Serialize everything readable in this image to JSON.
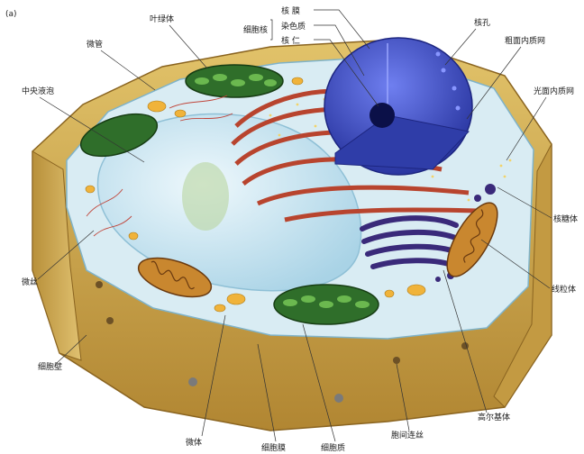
{
  "panel_letter": "(a)",
  "labels": {
    "nuclear_group": "细胞核",
    "nuclear_membrane": "核  膜",
    "chromatin": "染色质",
    "nucleolus": "核  仁",
    "nuclear_pore": "核孔",
    "chloroplast": "叶绿体",
    "microtubule": "微管",
    "central_vacuole": "中央液泡",
    "rough_er": "粗面内质网",
    "smooth_er": "光面内质网",
    "ribosome": "核糖体",
    "mitochondrion": "线粒体",
    "microfilament": "微丝",
    "cell_wall": "细胞壁",
    "golgi": "高尔基体",
    "plasmodesma": "胞间连丝",
    "microbody": "微体",
    "cell_membrane": "细胞膜",
    "cytoplasm": "细胞质"
  },
  "colors": {
    "cell_wall": "#c9a445",
    "cytoplasm": "#d9ecf3",
    "vacuole": "#bfe0ee",
    "nucleus": "#3f4fc8",
    "rough_er": "#b8442e",
    "golgi": "#3a2a7a",
    "chloroplast": "#2f6e2a",
    "mitochondrion": "#c9872f"
  }
}
